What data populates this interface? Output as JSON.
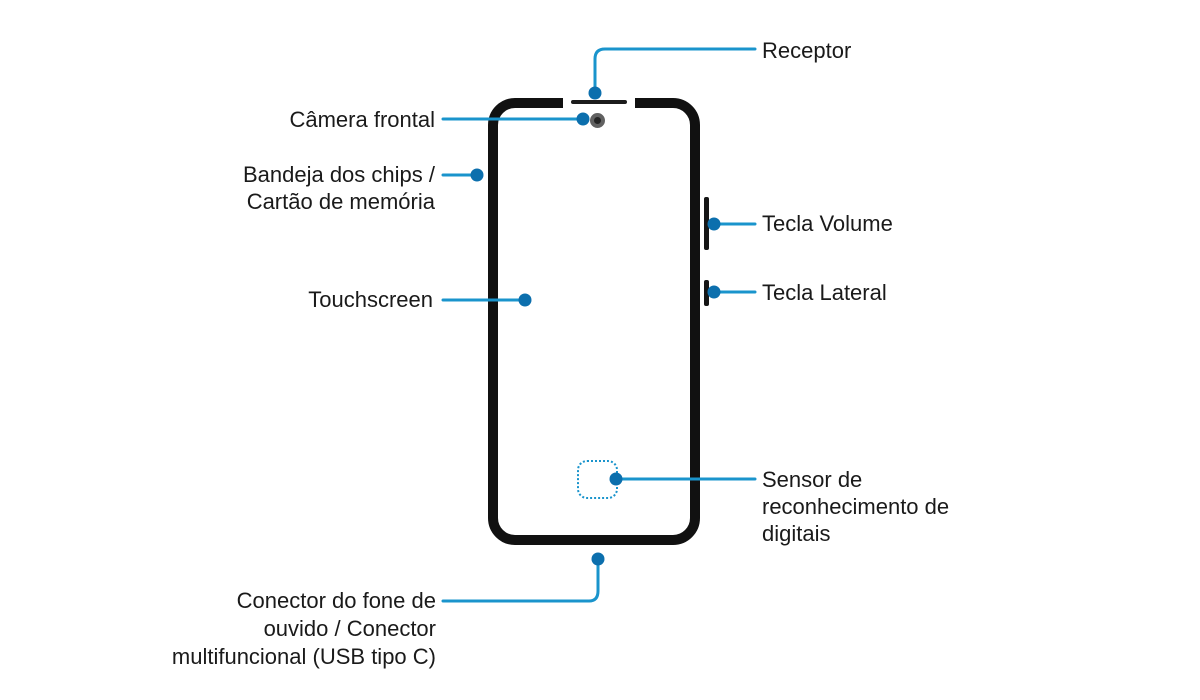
{
  "colors": {
    "line": "#1a94cc",
    "dot": "#0c6fad",
    "phone": "#111111",
    "text": "#1a1a1a"
  },
  "callouts": {
    "receptor": {
      "label": "Receptor"
    },
    "camera_frontal": {
      "label": "Câmera frontal"
    },
    "bandeja": {
      "label": "Bandeja dos chips /\nCartão de memória"
    },
    "touchscreen": {
      "label": "Touchscreen"
    },
    "tecla_volume": {
      "label": "Tecla Volume"
    },
    "tecla_lateral": {
      "label": "Tecla Lateral"
    },
    "sensor_digitais": {
      "label": "Sensor de\nreconhecimento de\ndigitais"
    },
    "conector": {
      "label": "Conector do fone de\nouvido / Conector\nmultifuncional (USB tipo C)"
    }
  },
  "phone_parts": {
    "receiver": "receiver-speaker-slot",
    "front_camera": "front-camera",
    "volume_key": "volume-key",
    "side_key": "side-key",
    "fingerprint_sensor": "fingerprint-sensor-area",
    "body": "phone-outline"
  }
}
